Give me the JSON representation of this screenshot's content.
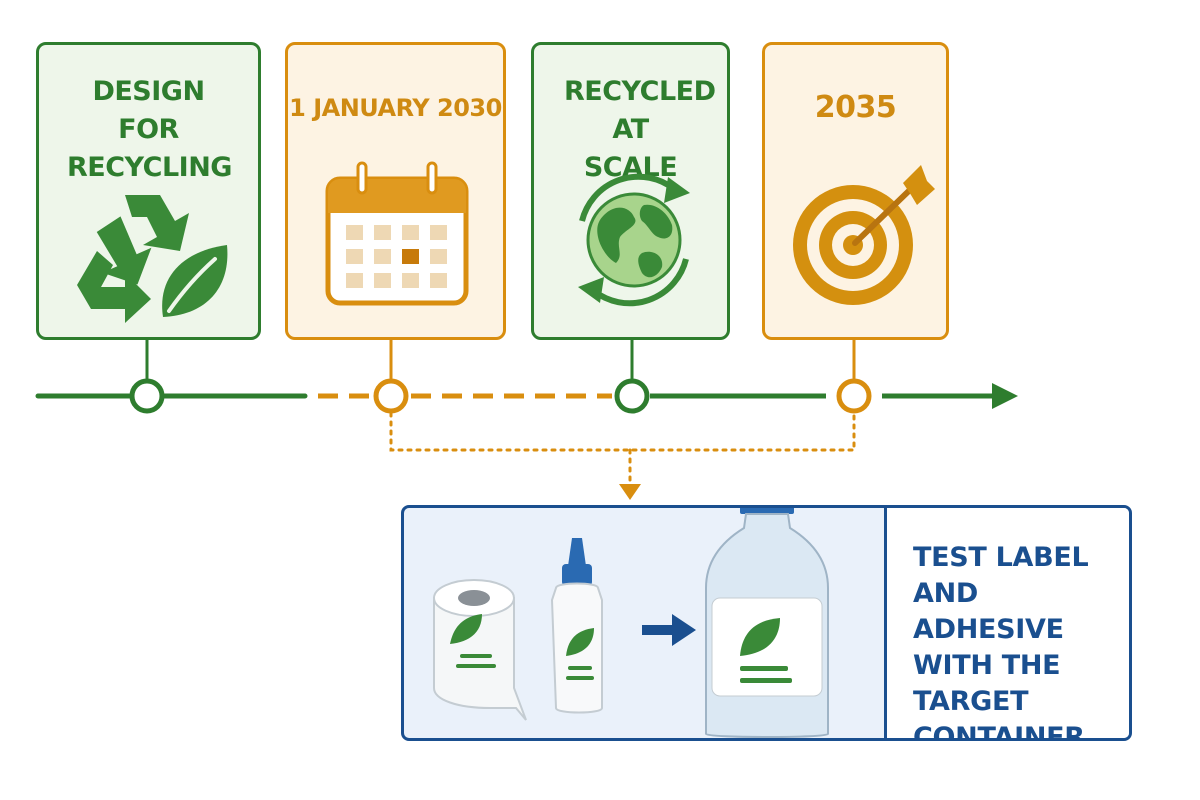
{
  "colors": {
    "green": "#2e7d2e",
    "orange": "#d98e0f",
    "blue": "#1a4f8f",
    "green_bg": "#eef6ea",
    "orange_bg": "#fdf3e3"
  },
  "steps": [
    {
      "title": "DESIGN FOR RECYCLING",
      "icon": "recycling-leaf-icon",
      "color": "green"
    },
    {
      "title": "1 JANUARY 2030",
      "icon": "calendar-icon",
      "color": "orange"
    },
    {
      "title": "RECYCLED AT SCALE",
      "icon": "globe-recycle-icon",
      "color": "green"
    },
    {
      "title": "2035",
      "icon": "target-arrow-icon",
      "color": "orange"
    }
  ],
  "test_panel": {
    "text": "TEST LABEL AND ADHESIVE WITH THE TARGET CONTAINER",
    "icons": [
      "label-roll-icon",
      "adhesive-bottle-icon",
      "arrow-right-icon",
      "plastic-bottle-icon"
    ]
  }
}
